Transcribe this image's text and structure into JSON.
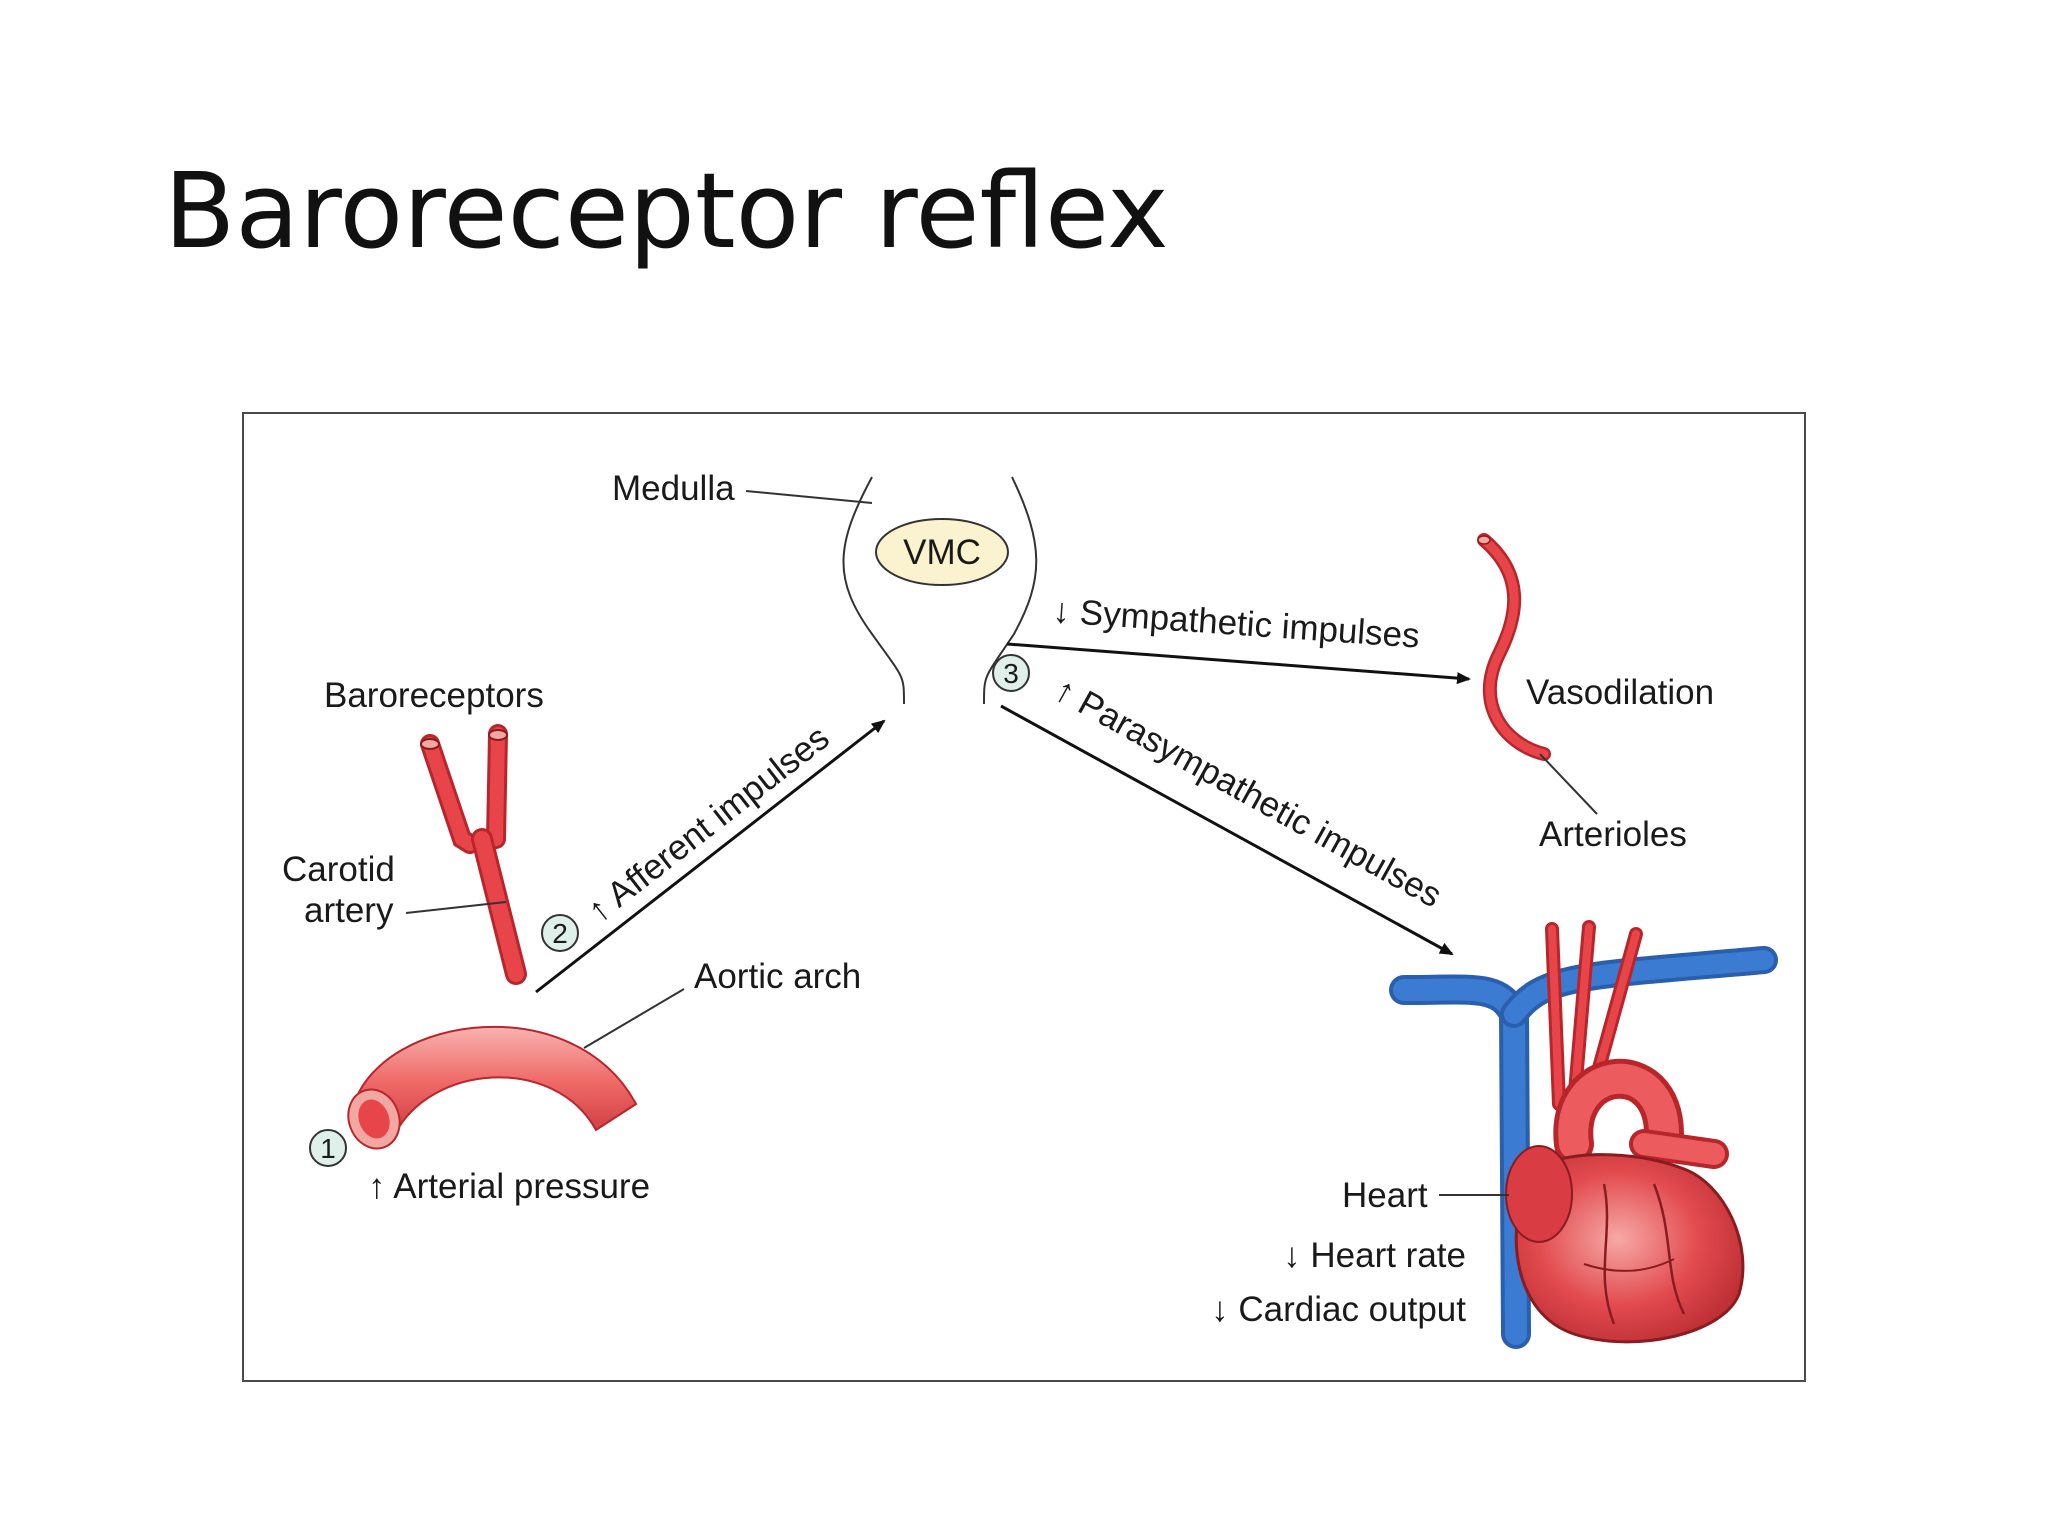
{
  "slide": {
    "title": "Baroreceptor reflex"
  },
  "diagram": {
    "labels": {
      "medulla": "Medulla",
      "vmc": "VMC",
      "baroreceptors": "Baroreceptors",
      "carotid_line1": "Carotid",
      "carotid_line2": "artery",
      "aortic_arch": "Aortic arch",
      "arterial_pressure": "↑ Arterial pressure",
      "afferent": "↑ Afferent impulses",
      "sympathetic": "↓ Sympathetic impulses",
      "parasympathetic": "↑ Parasympathetic impulses",
      "vasodilation": "Vasodilation",
      "arterioles": "Arterioles",
      "heart": "Heart",
      "heart_rate": "↓ Heart rate",
      "cardiac_output": "↓ Cardiac output"
    },
    "steps": [
      "1",
      "2",
      "3"
    ],
    "colors": {
      "artery_red": "#e8454a",
      "artery_dark": "#b8262c",
      "vein_blue": "#3b7bd1",
      "vmc_fill": "#fbf3cf",
      "step_circle": "#dff0ea"
    }
  }
}
